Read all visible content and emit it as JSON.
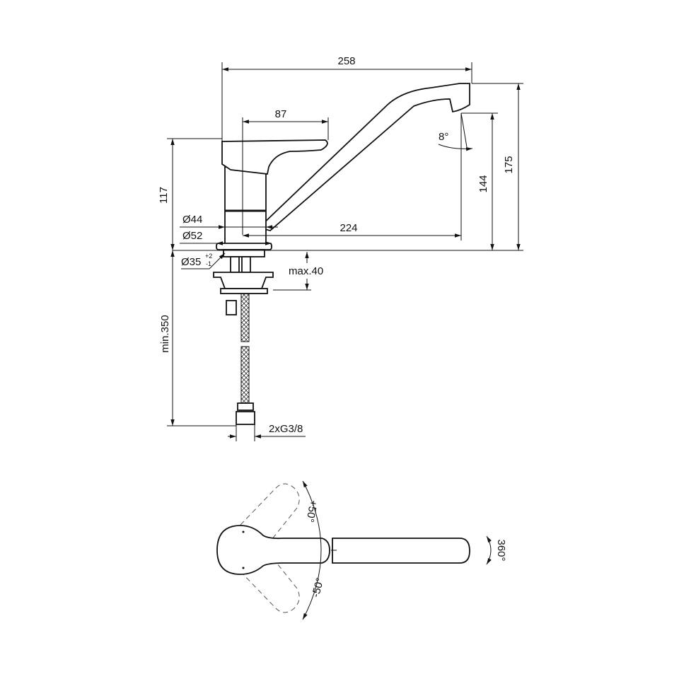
{
  "drawing": {
    "side_view": {
      "overall_width": "258",
      "handle_length": "87",
      "body_height": "117",
      "total_height": "175",
      "spout_height": "144",
      "spout_reach": "224",
      "diameter_body": "Ø44",
      "diameter_base": "Ø52",
      "hole_diameter": "Ø35",
      "hole_tol_plus": "+2",
      "hole_tol_minus": "-1",
      "max_thickness": "max.40",
      "min_hose": "min.350",
      "connection": "2xG3/8",
      "spout_angle": "8°"
    },
    "top_view": {
      "lever_plus": "+50°",
      "lever_minus": "-50°",
      "spout_rotation": "360°"
    }
  }
}
